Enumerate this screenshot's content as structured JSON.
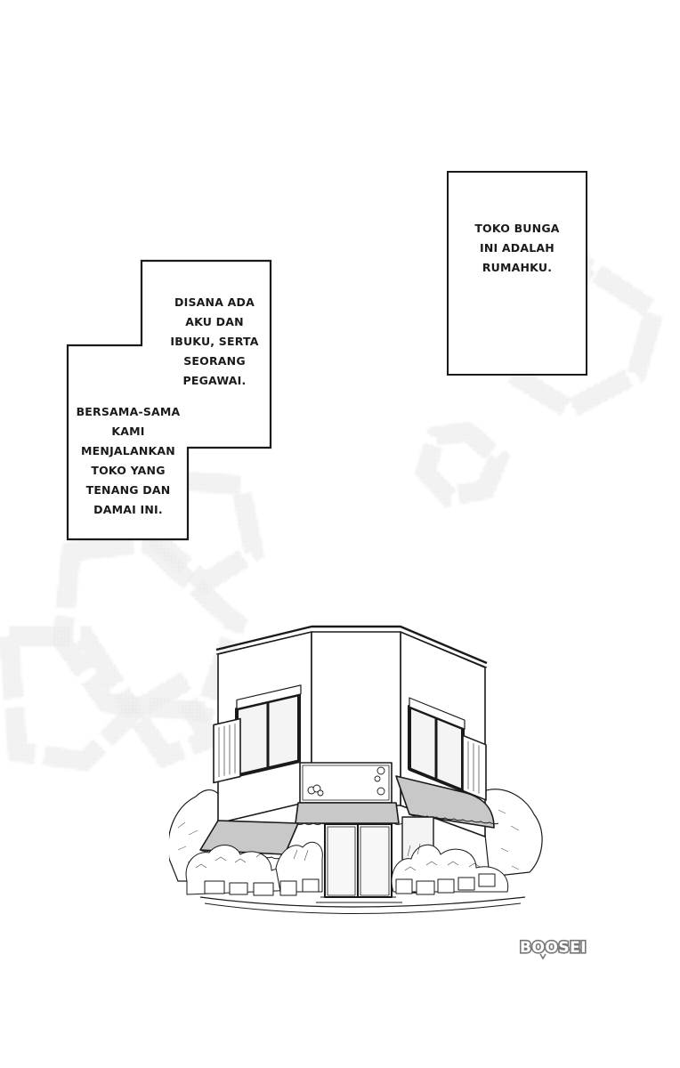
{
  "page": {
    "type": "manga-page",
    "background": "#ffffff",
    "ink": "#1a1a1a",
    "screentone": "#b5b5b5"
  },
  "captions": [
    {
      "id": "caption-top-right",
      "text": "TOKO BUNGA\nINI ADALAH\nRUMAHKU."
    },
    {
      "id": "caption-left-upper",
      "text": "DISANA ADA\nAKU DAN\nIBUKU, SERTA\nSEORANG\nPEGAWAI."
    },
    {
      "id": "caption-left-lower",
      "text": "BERSAMA-SAMA\nKAMI\nMENJALANKAN\nTOKO YANG\nTENANG DAN\nDAMAI INI."
    }
  ],
  "illustration": {
    "subject": "two-story corner flower shop with awnings and potted plants",
    "decorations": "screentone pentagon/hexagon outlines"
  },
  "watermark": {
    "text": "BOOSEI",
    "color": "#777777"
  }
}
